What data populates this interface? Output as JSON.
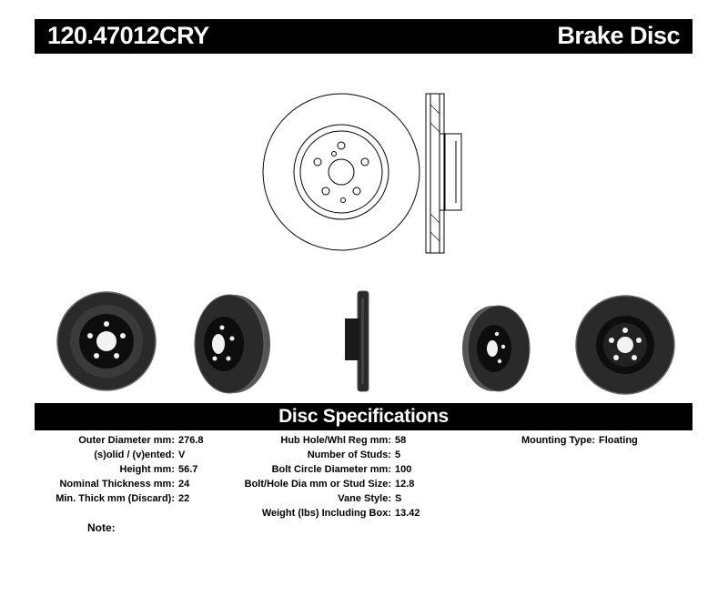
{
  "header": {
    "part_number": "120.47012CRY",
    "product_type": "Brake Disc"
  },
  "specs": {
    "title": "Disc Specifications",
    "column1": [
      {
        "label": "Outer Diameter mm:",
        "value": "276.8"
      },
      {
        "label": "(s)olid / (v)ented:",
        "value": "V"
      },
      {
        "label": "Height mm:",
        "value": "56.7"
      },
      {
        "label": "Nominal Thickness mm:",
        "value": "24"
      },
      {
        "label": "Min. Thick mm (Discard):",
        "value": "22"
      }
    ],
    "column2": [
      {
        "label": "Hub Hole/Whl Reg mm:",
        "value": "58"
      },
      {
        "label": "Number of Studs:",
        "value": "5"
      },
      {
        "label": "Bolt Circle Diameter mm:",
        "value": "100"
      },
      {
        "label": "Bolt/Hole Dia mm or Stud Size:",
        "value": "12.8"
      },
      {
        "label": "Vane Style:",
        "value": "S"
      },
      {
        "label": "Weight (lbs) Including Box:",
        "value": "13.42"
      }
    ],
    "column3": [
      {
        "label": "Mounting Type:",
        "value": "Floating"
      }
    ]
  },
  "note": {
    "label": "Note:"
  },
  "colors": {
    "bar": "#000000",
    "disc_face": "#2a2a2a",
    "disc_edge": "#555555",
    "hub": "#0d0d0d"
  },
  "icons": [
    "brake-disc-drawing",
    "brake-disc-photo"
  ]
}
